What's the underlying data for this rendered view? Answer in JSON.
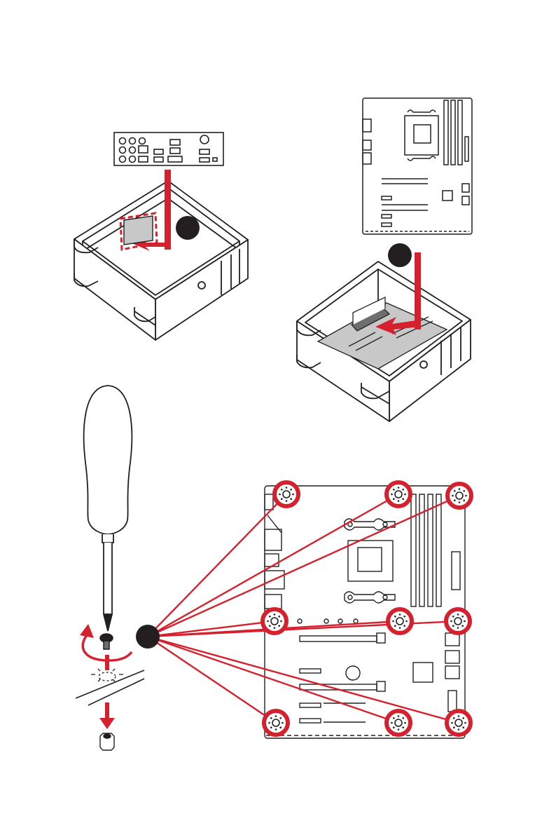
{
  "colors": {
    "accent_red": "#d5212d",
    "outline": "#231f20",
    "board_fill": "#ffffff",
    "board_gray": "#c8c8c8",
    "dark_gray": "#6d6e70"
  },
  "steps": [
    {
      "id": "install-io-shield",
      "marker_text": ""
    },
    {
      "id": "place-motherboard",
      "marker_text": ""
    },
    {
      "id": "secure-screws",
      "marker_text": ""
    }
  ],
  "screw_count": 9,
  "icons": [
    "screwdriver-icon",
    "screw-icon",
    "standoff-icon",
    "rotate-arrow-icon",
    "down-arrow-icon",
    "case-icon",
    "io-shield-icon",
    "motherboard-icon"
  ]
}
